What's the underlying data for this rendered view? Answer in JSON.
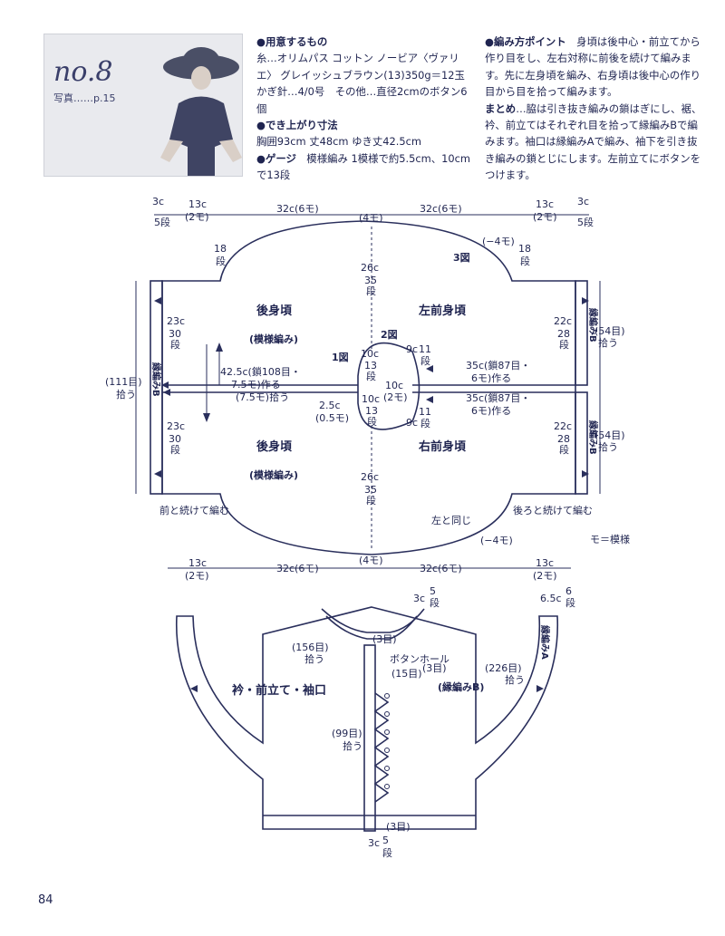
{
  "header": {
    "number": "no.8",
    "photo_ref": "写真……p.15"
  },
  "materials": {
    "title": "●用意するもの",
    "yarn": "糸…オリムパス コットン ノービア〈ヴァリエ〉 グレイッシュブラウン(13)350g＝12玉",
    "hook": "かぎ針…4/0号",
    "other": "その他…直径2cmのボタン6個",
    "size_title": "●でき上がり寸法",
    "size": "胸囲93cm 丈48cm ゆき丈42.5cm",
    "gauge_title": "●ゲージ",
    "gauge": "模様編み 1模様で約5.5cm、10cmで13段"
  },
  "points": {
    "title": "●編み方ポイント",
    "body": "身頃は後中心・前立てから作り目をし、左右対称に前後を続けて編みます。先に左身頃を編み、右身頃は後中心の作り目から目を拾って編みます。",
    "finish_title": "まとめ",
    "finish": "…脇は引き抜き編みの鎖はぎにし、裾、衿、前立てはそれぞれ目を拾って縁編みBで編みます。袖口は縁編みAで編み、袖下を引き抜き編みの鎖とじにします。左前立てにボタンをつけます。"
  },
  "diagram1": {
    "top_dims": [
      "3c",
      "5段",
      "13c",
      "(2モ)",
      "32c(6モ)",
      "(4モ)",
      "32c(6モ)",
      "13c",
      "(2モ)",
      "3c",
      "5段"
    ],
    "bottom_dims": [
      "13c",
      "(2モ)",
      "32c(6モ)",
      "(4モ)",
      "32c(6モ)",
      "13c",
      "(2モ)"
    ],
    "labels": {
      "back_top": "後身頃",
      "back_top_stitch": "(模様編み)",
      "front_left": "左前身頃",
      "back_bottom": "後身頃",
      "back_bottom_stitch": "(模様編み)",
      "front_right": "右前身頃",
      "fig1": "1図",
      "fig2": "2図",
      "fig3": "3図",
      "edge_b_left": "縁編みB",
      "edge_b_right_top": "縁編みB",
      "edge_b_right_bottom": "縁編みB",
      "pick_111": "(111目)",
      "pick_111b": "拾う",
      "pick_54a": "(54目)",
      "pick_54a_b": "拾う",
      "pick_54b": "(54目)",
      "pick_54b_b": "拾う",
      "d_18_a": "18",
      "d_18_a2": "段",
      "d_18_b": "18",
      "d_18_b2": "段",
      "neg4_top": "(−4モ)",
      "neg4_bottom": "(−4モ)",
      "d26_top": "26c",
      "d35_top": "35",
      "d35_top2": "段",
      "d26_bot": "26c",
      "d35_bot": "35",
      "d35_bot2": "段",
      "d23_top": "23c",
      "d30_top": "30",
      "d30_top2": "段",
      "d23_bot": "23c",
      "d30_bot": "30",
      "d30_bot2": "段",
      "d22_top": "22c",
      "d28_top": "28",
      "d28_top2": "段",
      "d22_bot": "22c",
      "d28_bot": "28",
      "d28_bot2": "段",
      "cast_back": "42.5c(鎖108目・",
      "cast_back2": "7.5モ)作る",
      "pick_back": "(7.5モ)拾う",
      "d25": "2.5c",
      "d05": "(0.5モ)",
      "d10_a": "10c",
      "d13_a": "13",
      "d13_a2": "段",
      "d10_b": "10c",
      "d13_b": "13",
      "d13_b2": "段",
      "d10_c": "10c",
      "d2mo": "(2モ)",
      "d9_a": "9c",
      "d11_a": "11",
      "d11_a2": "段",
      "d9_b": "9c",
      "d11_b": "11",
      "d11_b2": "段",
      "cast_front_a": "35c(鎖87目・",
      "cast_front_a2": "6モ)作る",
      "cast_front_b": "35c(鎖87目・",
      "cast_front_b2": "6モ)作る",
      "cont_front": "前と続けて編む",
      "cont_back": "後ろと続けて編む",
      "same_left": "左と同じ"
    }
  },
  "legend": "モ＝模様",
  "diagram2": {
    "title": "衿・前立て・袖口",
    "edge_a": "縁編みA",
    "edge_b": "(縁編みB)",
    "pick_156": "(156目)",
    "pick_156b": "拾う",
    "pick_226": "(226目)",
    "pick_226b": "拾う",
    "pick_99": "(99目)",
    "pick_99b": "拾う",
    "row3_top": "(3目)",
    "row3_bottom": "(3目)",
    "buttonhole": "ボタンホール",
    "buttonhole_count": "(15目)",
    "row3_mid": "(3目)",
    "d3c_top": "3c",
    "d5_top": "5",
    "d5_top2": "段",
    "d65": "6.5c",
    "d6": "6",
    "d6b": "段",
    "d3c_bot": "3c",
    "d5_bot": "5",
    "d5_bot2": "段"
  },
  "page_number": "84"
}
